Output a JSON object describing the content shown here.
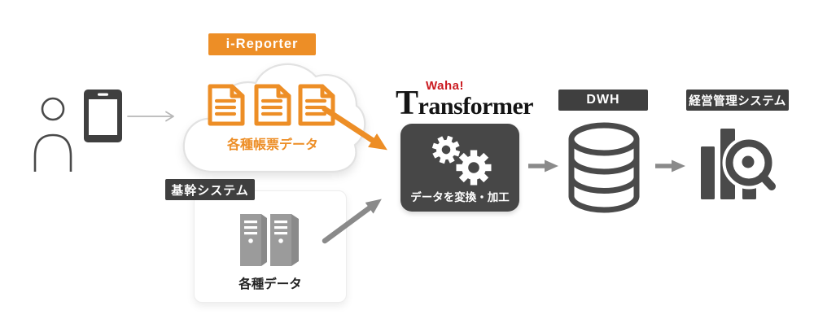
{
  "diagram": {
    "ireporter": {
      "label": "i-Reporter",
      "caption": "各種帳票データ"
    },
    "core_system": {
      "label": "基幹システム",
      "caption": "各種データ"
    },
    "transformer": {
      "waha": "Waha!",
      "product": "Transformer",
      "caption": "データを変換・加工"
    },
    "dwh": {
      "label": "DWH"
    },
    "management": {
      "label": "経営管理システム"
    }
  },
  "colors": {
    "brand_orange": "#ED8E26",
    "dark_label": "#3F3F3F",
    "process_box": "#474747",
    "logo_red": "#CB1B21",
    "icon_dark": "#4A4A4A",
    "server_gray": "#9B9B9B",
    "arrow_gray": "#8A8A8A",
    "thin_arrow_gray": "#B8B8B8"
  }
}
